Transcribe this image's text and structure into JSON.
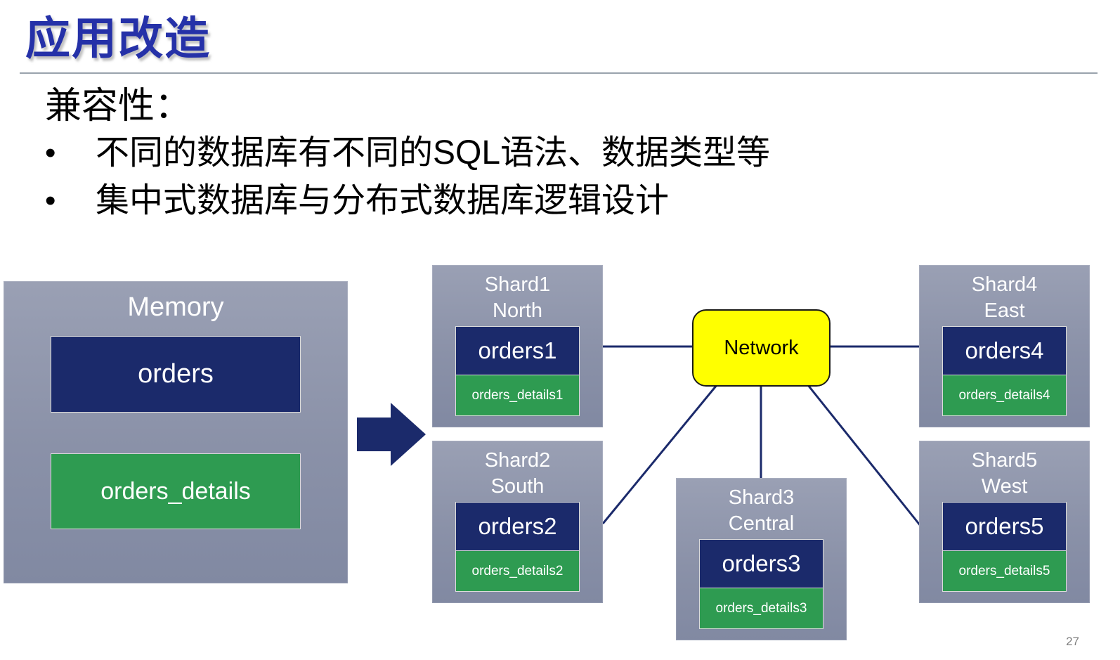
{
  "slide": {
    "title": "应用改造",
    "page_number": "27"
  },
  "body": {
    "heading": "兼容性：",
    "bullet_char": "•",
    "bullets": [
      {
        "text": "不同的数据库有不同的SQL语法、数据类型等"
      },
      {
        "text": "集中式数据库与分布式数据库逻辑设计"
      }
    ]
  },
  "diagram": {
    "memory": {
      "label": "Memory",
      "orders": "orders",
      "orders_details": "orders_details"
    },
    "network": {
      "label": "Network"
    },
    "shards": [
      {
        "name": "Shard1",
        "region": "North",
        "orders": "orders1",
        "details": "orders_details1"
      },
      {
        "name": "Shard2",
        "region": "South",
        "orders": "orders2",
        "details": "orders_details2"
      },
      {
        "name": "Shard3",
        "region": "Central",
        "orders": "orders3",
        "details": "orders_details3"
      },
      {
        "name": "Shard4",
        "region": "East",
        "orders": "orders4",
        "details": "orders_details4"
      },
      {
        "name": "Shard5",
        "region": "West",
        "orders": "orders5",
        "details": "orders_details5"
      }
    ],
    "colors": {
      "title_blue": "#2531A8",
      "container_gray": "#8C93AB",
      "table_navy": "#1B2A6B",
      "table_green": "#2E9B51",
      "network_yellow": "#FFFF00",
      "connector_navy": "#1B2A6B"
    }
  }
}
